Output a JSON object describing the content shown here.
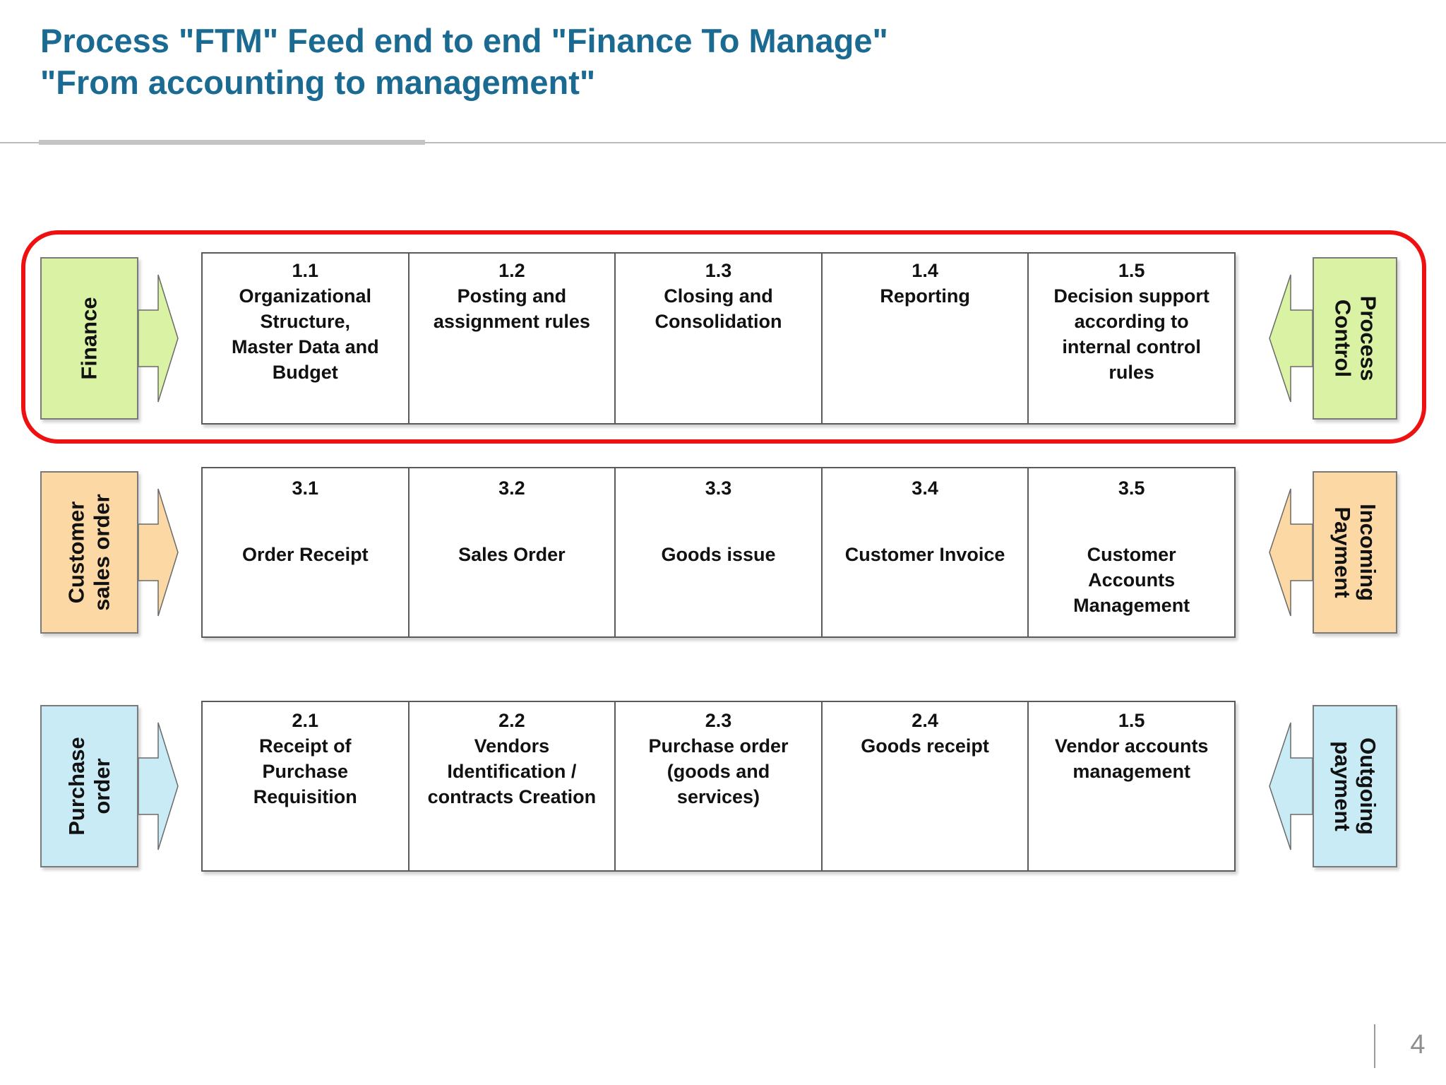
{
  "title": {
    "line1": "Process \"FTM\"  Feed end to end \"Finance To Manage\"",
    "line2": "\"From accounting to management\""
  },
  "colors": {
    "row_finance": "#d9f2a4",
    "row_customer": "#fcd8a5",
    "row_purchase": "#c9ebf6",
    "highlight_red": "#ee1111",
    "title_teal": "#1a6a91",
    "cell_border": "#5a5a5a",
    "page_number_gray": "#8f8f8f"
  },
  "rows": [
    {
      "name": "finance",
      "highlighted": true,
      "left_label": "Finance",
      "right_label": "Process\nControl",
      "cells": [
        {
          "num": "1.1",
          "label": "Organizational\nStructure,\nMaster Data and\nBudget"
        },
        {
          "num": "1.2",
          "label": "Posting and\nassignment rules"
        },
        {
          "num": "1.3",
          "label": "Closing and\nConsolidation"
        },
        {
          "num": "1.4",
          "label": "Reporting"
        },
        {
          "num": "1.5",
          "label": "Decision support\naccording to\ninternal control\nrules"
        }
      ]
    },
    {
      "name": "customer-sales-order",
      "highlighted": false,
      "left_label": "Customer\nsales order",
      "right_label": "Incoming\nPayment",
      "cells": [
        {
          "num": "3.1",
          "label": "Order Receipt"
        },
        {
          "num": "3.2",
          "label": "Sales Order"
        },
        {
          "num": "3.3",
          "label": "Goods issue"
        },
        {
          "num": "3.4",
          "label": "Customer Invoice"
        },
        {
          "num": "3.5",
          "label": "Customer\nAccounts\nManagement"
        }
      ]
    },
    {
      "name": "purchase-order",
      "highlighted": false,
      "left_label": "Purchase\norder",
      "right_label": "Outgoing\npayment",
      "cells": [
        {
          "num": "2.1",
          "label": "Receipt of\nPurchase\nRequisition"
        },
        {
          "num": "2.2",
          "label": "Vendors\nIdentification /\ncontracts Creation"
        },
        {
          "num": "2.3",
          "label": "Purchase order\n(goods and\nservices)"
        },
        {
          "num": "2.4",
          "label": "Goods receipt"
        },
        {
          "num": "1.5",
          "label": "Vendor accounts\nmanagement"
        }
      ]
    }
  ],
  "footer": {
    "page_number": "4"
  }
}
